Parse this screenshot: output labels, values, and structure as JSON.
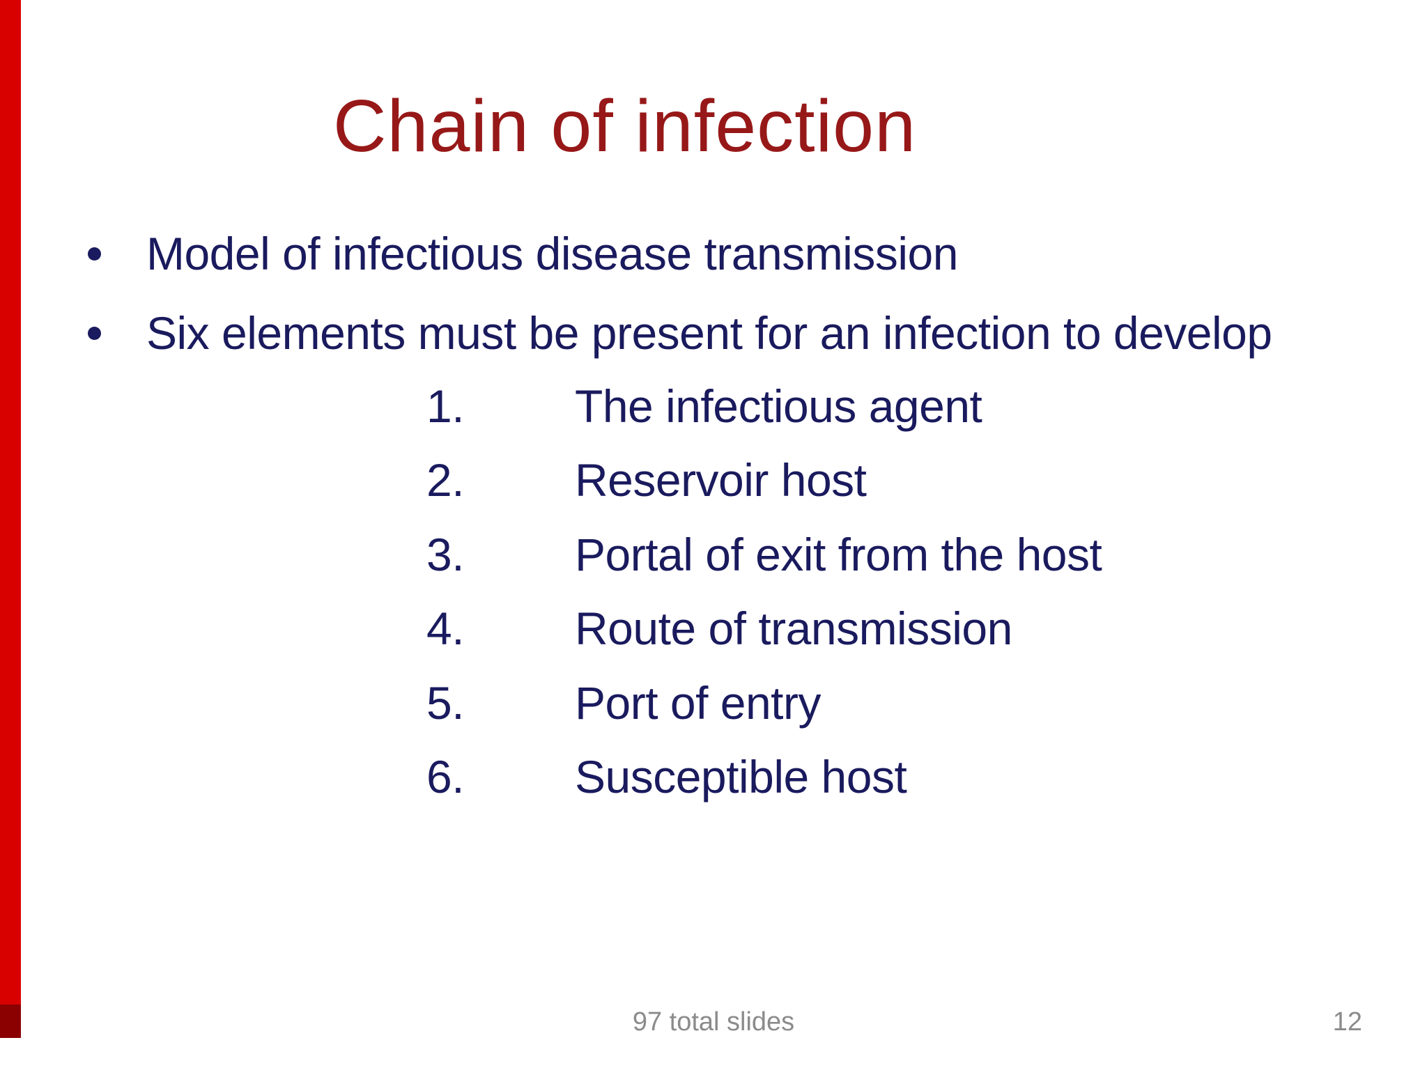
{
  "slide": {
    "title": "Chain of infection",
    "bullets": [
      "Model of infectious disease transmission",
      "Six elements must be present for an infection to develop"
    ],
    "numbered_items": [
      {
        "num": "1.",
        "text": "The infectious agent"
      },
      {
        "num": "2.",
        "text": "Reservoir host"
      },
      {
        "num": "3.",
        "text": "Portal of exit from the host"
      },
      {
        "num": "4.",
        "text": "Route of transmission"
      },
      {
        "num": "5.",
        "text": "Port of entry"
      },
      {
        "num": "6.",
        "text": "Susceptible host"
      }
    ],
    "footer": {
      "total_slides_label": "97 total slides",
      "page_number": "12"
    },
    "icons": {
      "bullet": "filled-circle"
    },
    "colors": {
      "title_red": "#971818",
      "body_navy": "#1a1a5e",
      "footer_gray": "#8b8b8b",
      "accent_bar_red": "#d90000",
      "accent_bar_tip": "#8b0000",
      "background": "#ffffff"
    }
  }
}
